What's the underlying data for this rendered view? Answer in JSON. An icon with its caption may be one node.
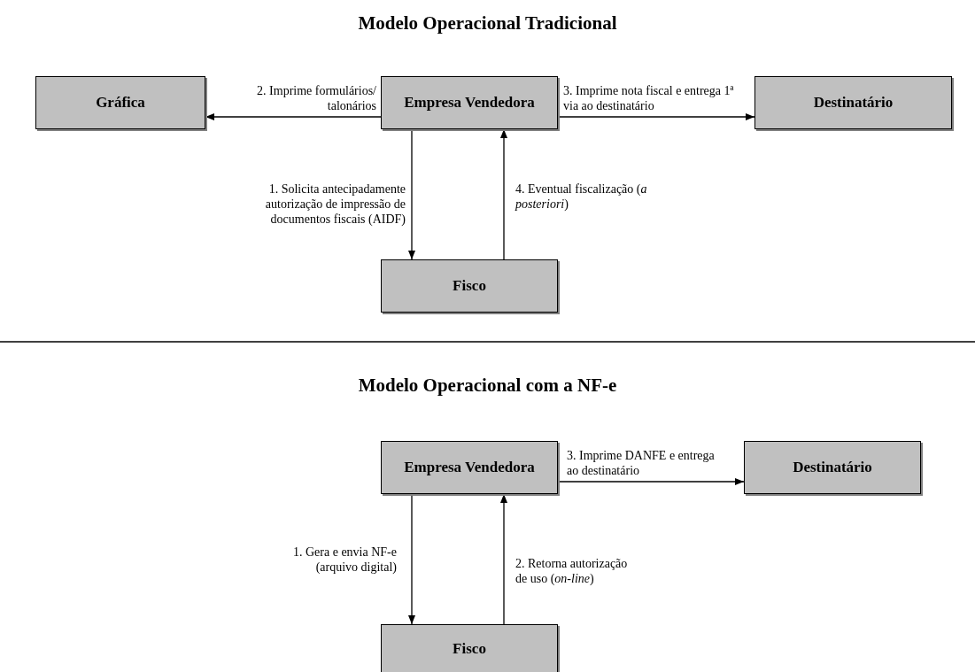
{
  "diagram": {
    "nodes": [
      {
        "text": [
          "Gráfica"
        ]
      },
      {
        "text": [
          "Empresa Vendedora"
        ]
      },
      {
        "text": [
          "Destinatário"
        ]
      },
      {
        "text": [
          "Fisco"
        ]
      },
      {
        "text": [
          "Empresa Vendedora"
        ]
      },
      {
        "text": [
          "Destinatário"
        ]
      },
      {
        "text": [
          "Fisco"
        ]
      }
    ],
    "edges": [
      {
        "from": 1,
        "to": 0,
        "arrow": "to",
        "label": "2. Imprime formulários/ talonários"
      },
      {
        "from": 1,
        "to": 2,
        "arrow": "to",
        "label": "3. Imprime nota fiscal e entrega 1ª via ao destinatário"
      },
      {
        "from": 1,
        "to": 3,
        "arrow": "to",
        "label": "1. Solicita antecipadamente autorização de impressão de documentos fiscais (AIDF)"
      },
      {
        "from": 3,
        "to": 1,
        "arrow": "to",
        "label": "4. Eventual fiscalização (*a posteriori*)"
      },
      {
        "from": 4,
        "to": 5,
        "arrow": "to",
        "label": "3. Imprime DANFE e entrega ao destinatário"
      },
      {
        "from": 4,
        "to": 6,
        "arrow": "to",
        "label": "1. Gera e envia NF-e (arquivo digital)"
      },
      {
        "from": 6,
        "to": 4,
        "arrow": "to",
        "label": "2. Retorna autorização de uso (*on-line*)"
      }
    ],
    "labels": [
      "Modelo Operacional Tradicional",
      "Modelo Operacional com a NF-e"
    ]
  }
}
